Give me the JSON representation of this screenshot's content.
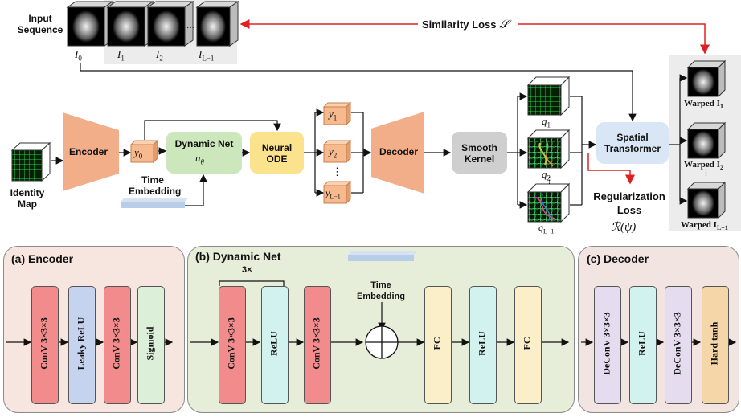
{
  "top": {
    "input_sequence_label": "Input\nSequence",
    "frame_labels": [
      "I",
      "I",
      "I",
      "I"
    ],
    "frame_subs": [
      "0",
      "1",
      "2",
      "L−1"
    ],
    "ellipsis": "...",
    "similarity_loss": "Similarity Loss",
    "similarity_symbol": "𝒮"
  },
  "pipeline": {
    "identity_map": "Identity\nMap",
    "encoder": "Encoder",
    "y0": "y",
    "y0_sub": "0",
    "dynamic_net": "Dynamic Net",
    "u_theta": "u",
    "u_theta_sub": "θ",
    "neural_ode": "Neural\nODE",
    "time_embedding": "Time\nEmbedding",
    "y_labels": [
      "y",
      "y",
      "y"
    ],
    "y_subs": [
      "1",
      "2",
      "L−1"
    ],
    "vdots": "⋮",
    "decoder": "Decoder",
    "smooth_kernel": "Smooth\nKernel",
    "q_labels": [
      "q",
      "q",
      "q"
    ],
    "q_subs": [
      "1",
      "2",
      "L−1"
    ],
    "spatial_transformer": "Spatial\nTransformer",
    "regularization_loss": "Regularization\nLoss",
    "reg_symbol": "ℛ(ψ)",
    "warped_labels": [
      "Warped I",
      "Warped I",
      "Warped I"
    ],
    "warped_subs": [
      "1",
      "2",
      "L−1"
    ]
  },
  "encoder_panel": {
    "title": "(a) Encoder",
    "blocks": [
      "ConV  3×3×3",
      "Leaky ReLU",
      "ConV  3×3×3",
      "Sigmoid"
    ]
  },
  "dynamic_panel": {
    "title": "(b) Dynamic Net",
    "repeat": "3×",
    "time_embedding": "Time\nEmbedding",
    "blocks": [
      "ConV  3×3×3",
      "ReLU",
      "ConV  3×3×3",
      "FC",
      "ReLU",
      "FC"
    ]
  },
  "decoder_panel": {
    "title": "(c) Decoder",
    "blocks": [
      "DeConV  3×3×3",
      "ReLU",
      "DeConV  3×3×3",
      "Hard tanh"
    ]
  },
  "colors": {
    "encoder_bg": "#f7e6df",
    "dynamic_bg": "#e6eed9",
    "decoder_bg": "#f2e4e0",
    "conv": "#f28c8c",
    "leaky": "#c5d3ee",
    "sigmoid": "#dcefd9",
    "relu": "#d2f2ef",
    "fc": "#fbefc9",
    "deconv": "#e6dcf0",
    "hardtanh": "#f5d6a8",
    "trapezoid": "#f2ad89",
    "cube": "#f7b98e",
    "dyn_net": "#cde7bd",
    "ode": "#fbe28c",
    "smooth": "#cfcfcf",
    "spatial": "#d8e6f5",
    "red_arrow": "#e02020",
    "time_bar": "#b8cde8"
  }
}
